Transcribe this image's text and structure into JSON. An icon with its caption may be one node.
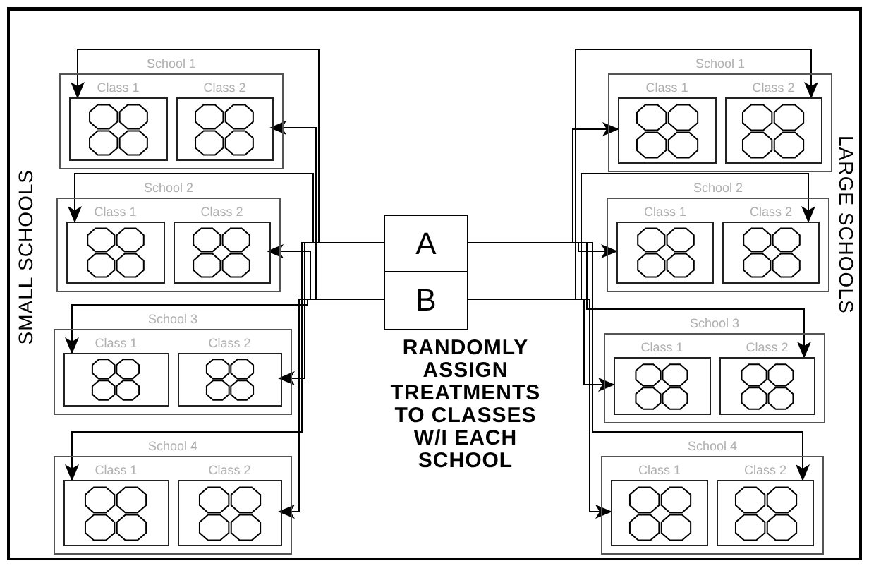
{
  "diagram": {
    "nodes": [
      {
        "text": [
          "School 1"
        ]
      },
      {
        "text": [
          "Class 1"
        ],
        "in": 0
      },
      {
        "text": [
          "Class 2"
        ],
        "in": 0
      },
      {
        "text": [
          "School 2"
        ]
      },
      {
        "text": [
          "Class 1"
        ],
        "in": 3
      },
      {
        "text": [
          "Class 2"
        ],
        "in": 3
      },
      {
        "text": [
          "School 3"
        ]
      },
      {
        "text": [
          "Class 1"
        ],
        "in": 6
      },
      {
        "text": [
          "Class 2"
        ],
        "in": 6
      },
      {
        "text": [
          "School 4"
        ]
      },
      {
        "text": [
          "Class 1"
        ],
        "in": 9
      },
      {
        "text": [
          "Class 2"
        ],
        "in": 9
      },
      {
        "text": [
          "School 1"
        ]
      },
      {
        "text": [
          "Class 1"
        ],
        "in": 12
      },
      {
        "text": [
          "Class 2"
        ],
        "in": 12
      },
      {
        "text": [
          "School 2"
        ]
      },
      {
        "text": [
          "Class 1"
        ],
        "in": 15
      },
      {
        "text": [
          "Class 2"
        ],
        "in": 15
      },
      {
        "text": [
          "School 3"
        ]
      },
      {
        "text": [
          "Class 1"
        ],
        "in": 18
      },
      {
        "text": [
          "Class 2"
        ],
        "in": 18
      },
      {
        "text": [
          "School 4"
        ]
      },
      {
        "text": [
          "Class 1"
        ],
        "in": 21
      },
      {
        "text": [
          "Class 2"
        ],
        "in": 21
      },
      {
        "text": [
          "A"
        ]
      },
      {
        "text": [
          "B"
        ]
      }
    ],
    "edges": [
      {
        "from": 24,
        "to": 1,
        "arrow": "to"
      },
      {
        "from": 25,
        "to": 2,
        "arrow": "to"
      },
      {
        "from": 24,
        "to": 4,
        "arrow": "to"
      },
      {
        "from": 25,
        "to": 5,
        "arrow": "to"
      },
      {
        "from": 25,
        "to": 7,
        "arrow": "to"
      },
      {
        "from": 24,
        "to": 8,
        "arrow": "to"
      },
      {
        "from": 24,
        "to": 10,
        "arrow": "to"
      },
      {
        "from": 25,
        "to": 11,
        "arrow": "to"
      },
      {
        "from": 24,
        "to": 13,
        "arrow": "to"
      },
      {
        "from": 25,
        "to": 14,
        "arrow": "to"
      },
      {
        "from": 24,
        "to": 16,
        "arrow": "to"
      },
      {
        "from": 25,
        "to": 17,
        "arrow": "to"
      },
      {
        "from": 25,
        "to": 19,
        "arrow": "to"
      },
      {
        "from": 24,
        "to": 20,
        "arrow": "to"
      },
      {
        "from": 25,
        "to": 22,
        "arrow": "to"
      },
      {
        "from": 24,
        "to": 23,
        "arrow": "to"
      }
    ],
    "labels": [
      "SMALL SCHOOLS",
      "LARGE SCHOOLS",
      "RANDOMLY ASSIGN TREATMENTS TO CLASSES W/I EACH SCHOOL"
    ]
  }
}
